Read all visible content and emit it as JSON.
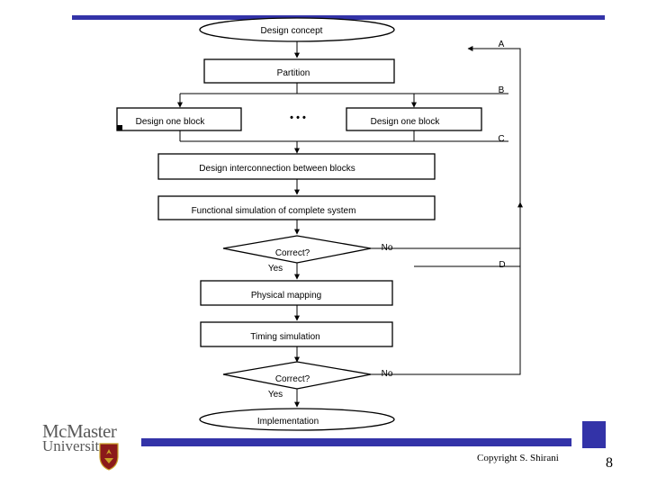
{
  "colors": {
    "accent": "#3333a8",
    "logo": "#5a5a5a",
    "shield": "#8b1a1a"
  },
  "flow": {
    "start": "Design concept",
    "partition": "Partition",
    "block_left": "Design one block",
    "block_right": "Design one block",
    "interconnect": "Design interconnection between blocks",
    "func_sim": "Functional simulation of complete system",
    "decision1": "Correct?",
    "mapping": "Physical mapping",
    "timing_sim": "Timing simulation",
    "decision2": "Correct?",
    "end": "Implementation"
  },
  "branches": {
    "yes": "Yes",
    "no": "No"
  },
  "loop_labels": {
    "a": "A",
    "b": "B",
    "c": "C",
    "d": "D"
  },
  "ellipsis": "• • •",
  "logo": {
    "name": "McMaster",
    "sub": "University"
  },
  "footer": {
    "copyright": "Copyright S. Shirani",
    "page": "8"
  }
}
